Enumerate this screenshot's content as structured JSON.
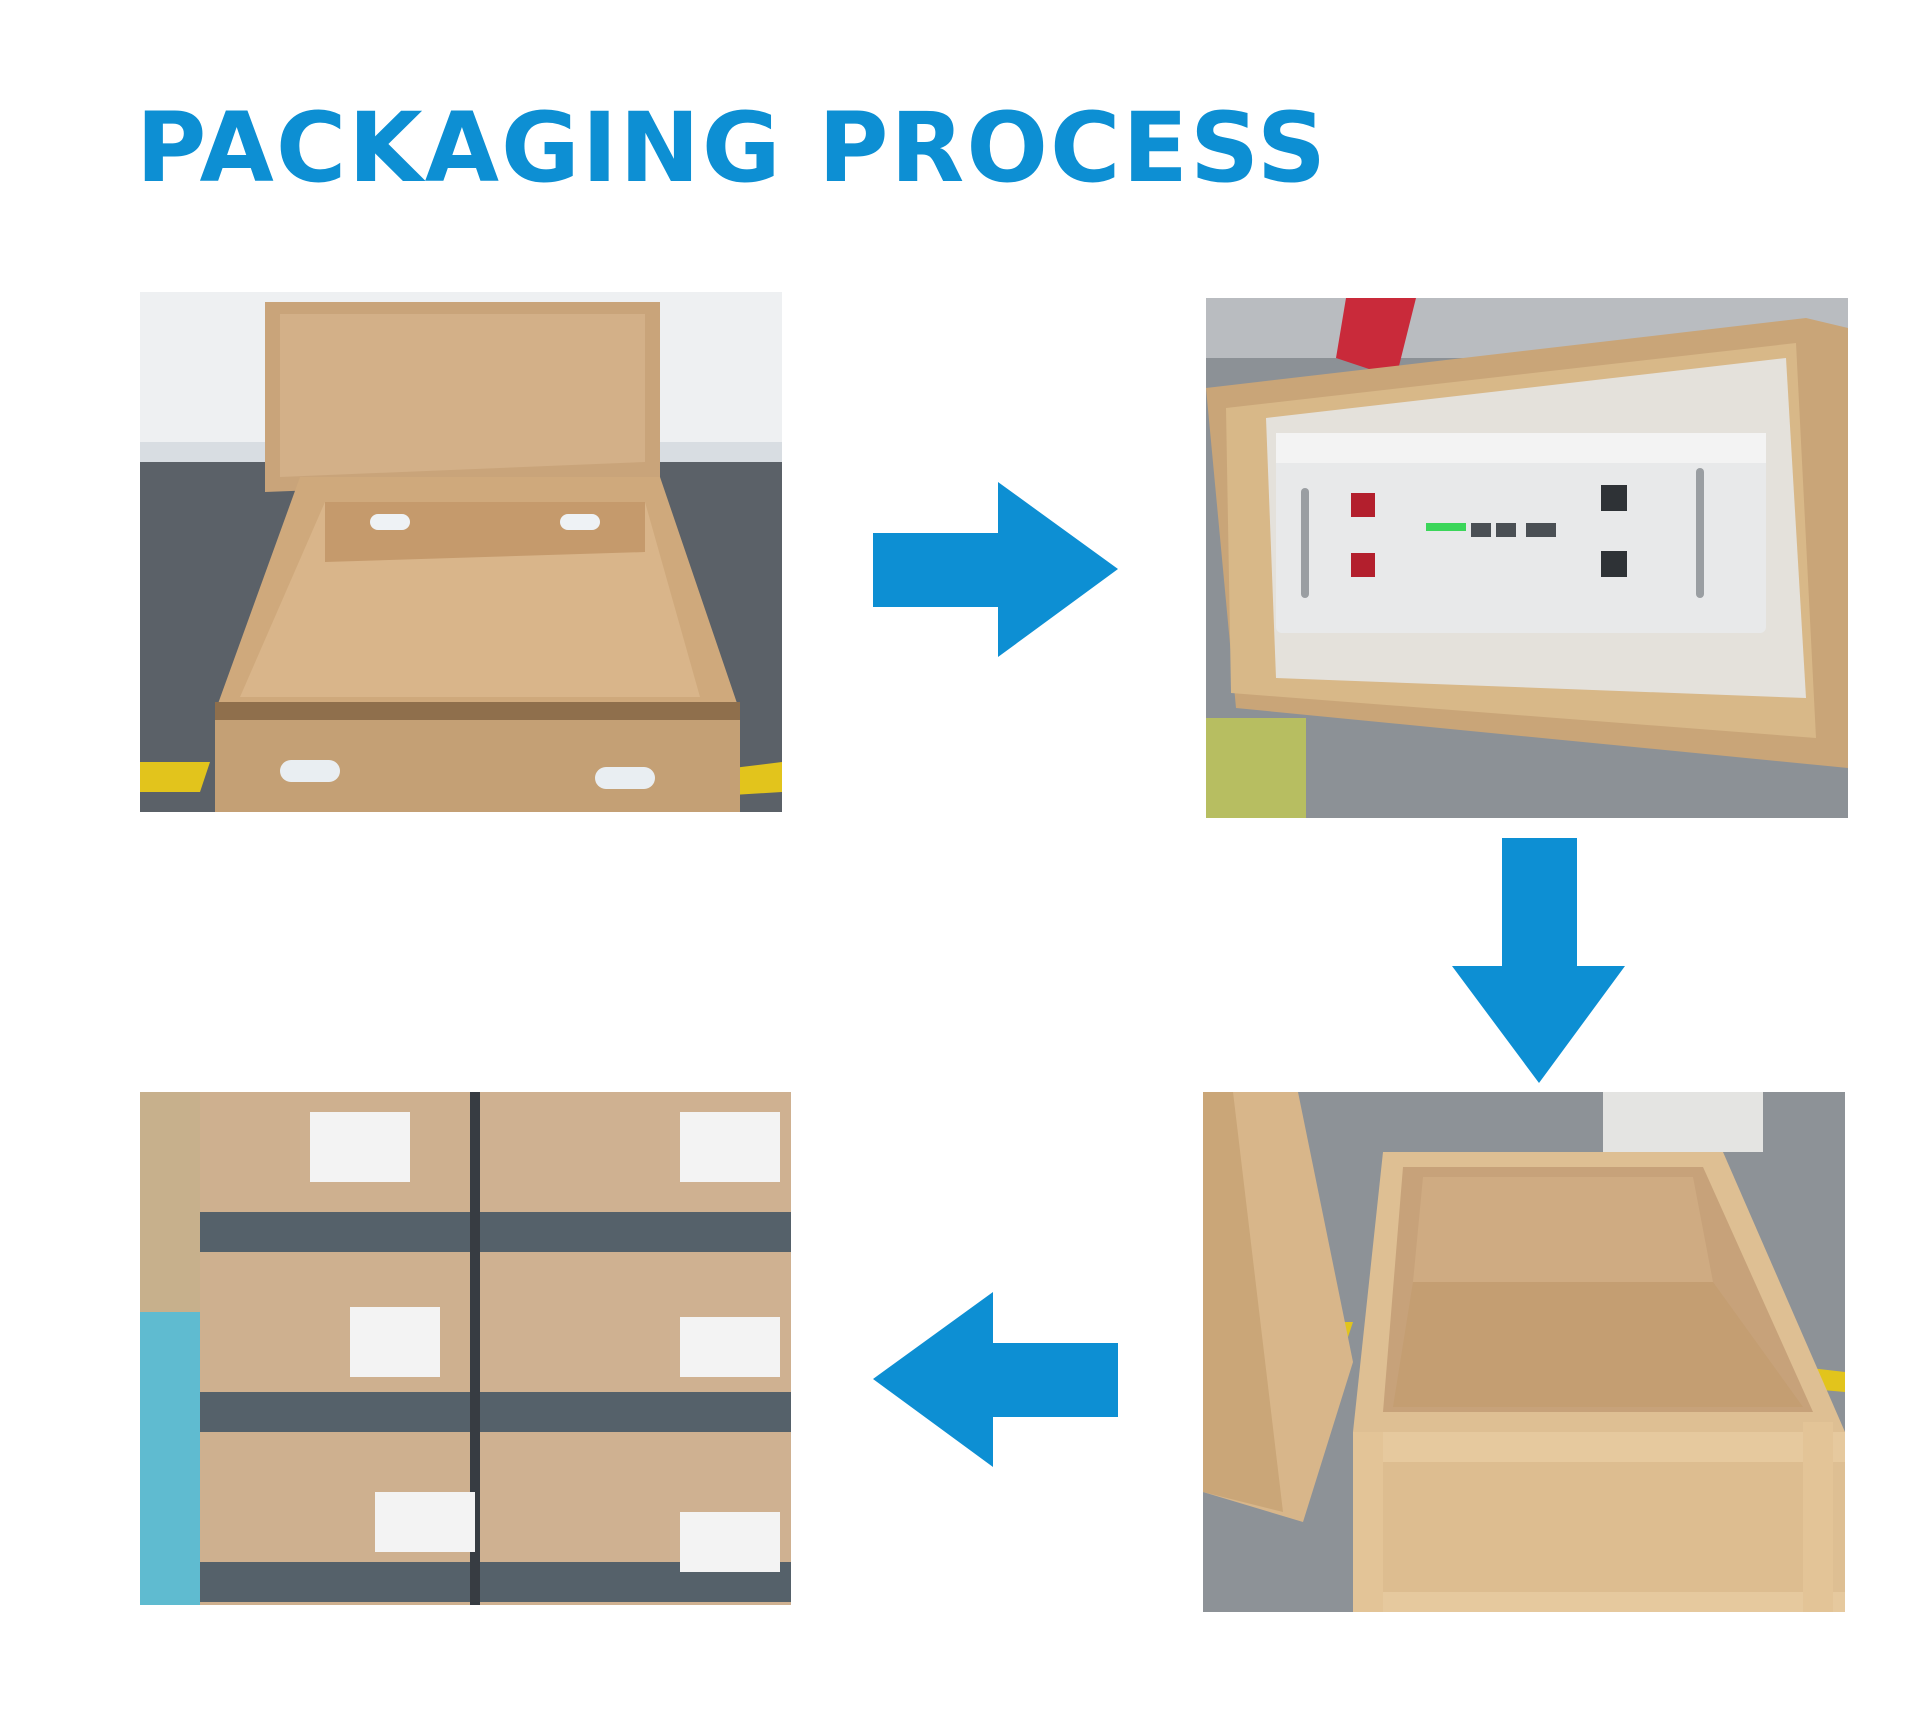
{
  "title": "PACKAGING PROCESS",
  "colors": {
    "accent": "#0d8fd3",
    "background": "#ffffff",
    "cardboard": "#c8a377",
    "wood": "#d9b98d"
  },
  "photos": [
    {
      "name": "photo-empty-cardboard-box",
      "icon": "cardboard-box"
    },
    {
      "name": "photo-battery-in-box",
      "icon": "battery-module"
    },
    {
      "name": "photo-wooden-crate",
      "icon": "wooden-crate"
    },
    {
      "name": "photo-stacked-crates",
      "icon": "stacked-crates"
    }
  ],
  "arrows": [
    {
      "name": "arrow-right-icon",
      "direction": "right"
    },
    {
      "name": "arrow-down-icon",
      "direction": "down"
    },
    {
      "name": "arrow-left-icon",
      "direction": "left"
    }
  ]
}
